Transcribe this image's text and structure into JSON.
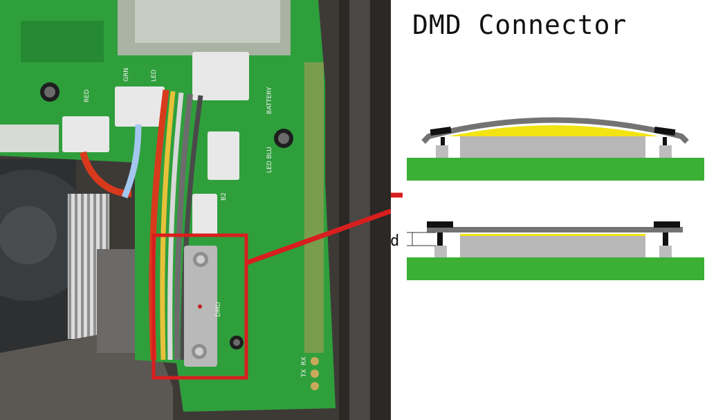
{
  "title": "DMD Connector",
  "dimension_label": "d",
  "board_labels": {
    "battery": "BATTERY",
    "led_blu": "LED BLU",
    "led_grn": "GRN",
    "led": "LED",
    "red": "RED",
    "b2": "B2",
    "dmd": "DMD",
    "rx": "RX",
    "tx": "TX"
  },
  "colors": {
    "pcb_green": "#3cb034",
    "highlight_red": "#d81e1e",
    "contact_yellow": "#f2e313",
    "dmd_gray": "#b7b7b7",
    "plate_gray": "#737373",
    "pad_black": "#111111"
  }
}
